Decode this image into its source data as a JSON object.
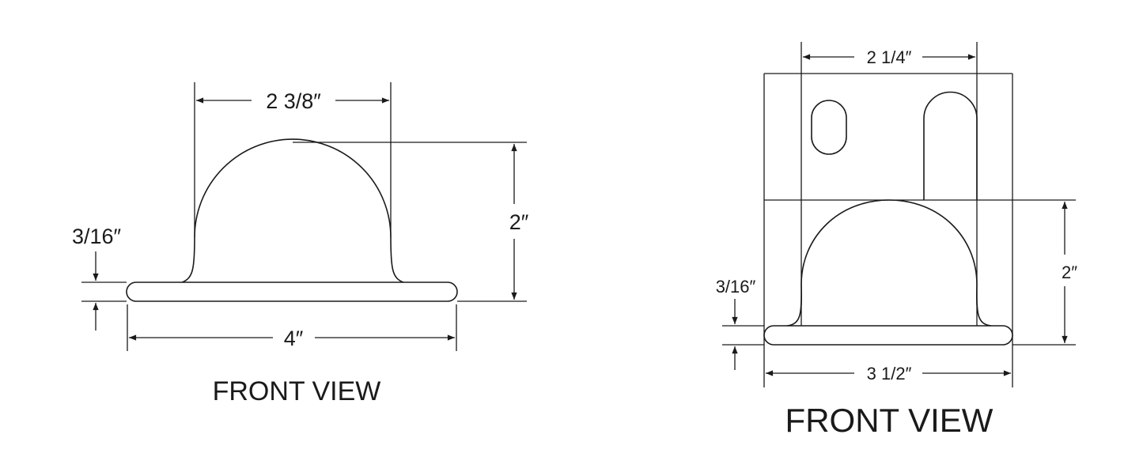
{
  "views": [
    {
      "title": "FRONT VIEW",
      "dimensions": {
        "top_width": "2 3/8″",
        "height": "2″",
        "thickness": "3/16″",
        "base_width": "4″"
      }
    },
    {
      "title": "FRONT VIEW",
      "dimensions": {
        "top_width": "2 1/4″",
        "height": "2″",
        "thickness": "3/16″",
        "base_width": "3 1/2″"
      }
    }
  ],
  "colors": {
    "line": "#1a1a1a",
    "background": "#ffffff"
  }
}
